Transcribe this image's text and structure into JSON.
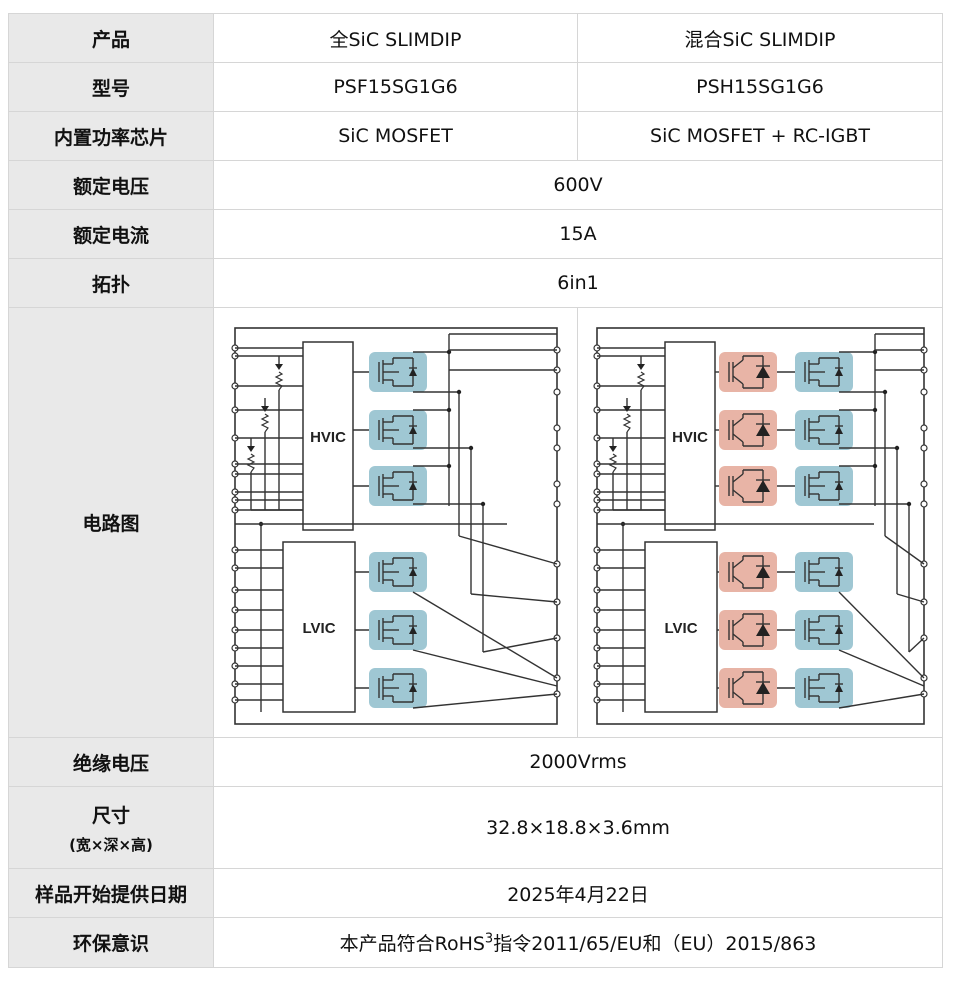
{
  "rows": {
    "product": {
      "label": "产品",
      "left": "全SiC SLIMDIP",
      "right": "混合SiC SLIMDIP"
    },
    "model": {
      "label": "型号",
      "left": "PSF15SG1G6",
      "right": "PSH15SG1G6"
    },
    "chip": {
      "label": "内置功率芯片",
      "left": "SiC MOSFET",
      "right": "SiC MOSFET + RC-IGBT"
    },
    "voltage": {
      "label": "额定电压",
      "value": "600V"
    },
    "current": {
      "label": "额定电流",
      "value": "15A"
    },
    "topology": {
      "label": "拓扑",
      "value": "6in1"
    },
    "circuit": {
      "label": "电路图",
      "hvic": "HVIC",
      "lvic": "LVIC"
    },
    "insulation": {
      "label": "绝缘电压",
      "value": "2000Vrms"
    },
    "size": {
      "label": "尺寸",
      "sublabel": "(宽×深×高)",
      "value": "32.8×18.8×3.6mm"
    },
    "sample": {
      "label": "样品开始提供日期",
      "value": "2025年4月22日"
    },
    "env": {
      "label": "环保意识",
      "value_pre": "本产品符合RoHS",
      "sup": "3",
      "value_post": "指令2011/65/EU和（EU）2015/863"
    }
  },
  "colors": {
    "label_bg": "#e9e9e9",
    "mosfet_fill": "#9fc7d3",
    "igbt_fill": "#e8b4a6",
    "border": "#d6d6d6"
  },
  "icons": [
    "mosfet-icon",
    "igbt-icon",
    "diode-icon",
    "resistor-icon"
  ]
}
